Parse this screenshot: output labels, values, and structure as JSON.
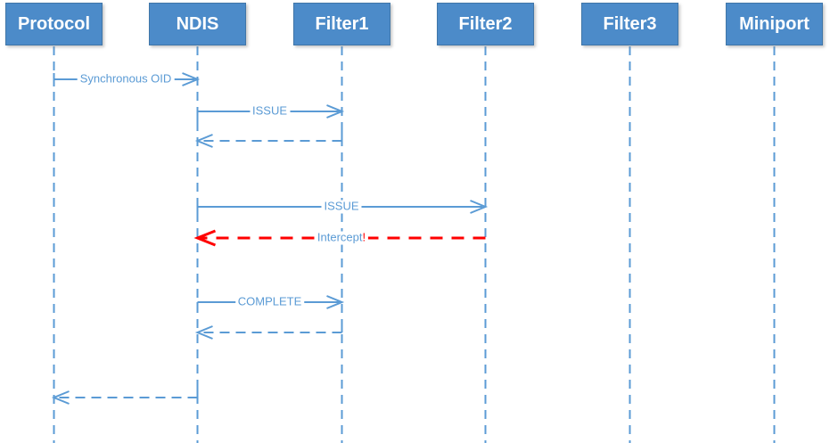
{
  "diagram": {
    "type": "sequence-diagram",
    "colors": {
      "blue": "#5B9BD5",
      "red": "#FF0000",
      "box_fill": "#4C8BC9",
      "box_border": "#4076A8",
      "box_text": "#FFFFFF"
    },
    "actors": [
      {
        "id": "protocol",
        "label": "Protocol"
      },
      {
        "id": "ndis",
        "label": "NDIS"
      },
      {
        "id": "filter1",
        "label": "Filter1"
      },
      {
        "id": "filter2",
        "label": "Filter2"
      },
      {
        "id": "filter3",
        "label": "Filter3"
      },
      {
        "id": "miniport",
        "label": "Miniport"
      }
    ],
    "messages": [
      {
        "from": "protocol",
        "to": "ndis",
        "label_parts": [
          {
            "text": "Synchronous OID",
            "color": "blue"
          }
        ],
        "style": "solid",
        "color": "blue",
        "tail": "both"
      },
      {
        "from": "ndis",
        "to": "filter1",
        "label_parts": [
          {
            "text": "ISSUE",
            "color": "blue"
          }
        ],
        "style": "solid",
        "color": "blue",
        "tail": "down"
      },
      {
        "from": "filter1",
        "to": "ndis",
        "label_parts": [],
        "style": "dashed",
        "color": "blue",
        "tail": "up"
      },
      {
        "from": "ndis",
        "to": "filter2",
        "label_parts": [
          {
            "text": "ISSUE",
            "color": "blue"
          }
        ],
        "style": "solid",
        "color": "blue",
        "tail": "down"
      },
      {
        "from": "filter2",
        "to": "ndis",
        "label_parts": [
          {
            "text": "Intercept",
            "color": "blue"
          },
          {
            "text": "!",
            "color": "red"
          }
        ],
        "style": "dashed",
        "color": "red",
        "tail": "none"
      },
      {
        "from": "ndis",
        "to": "filter1",
        "label_parts": [
          {
            "text": "COMPLETE",
            "color": "blue"
          }
        ],
        "style": "solid",
        "color": "blue",
        "tail": "down"
      },
      {
        "from": "filter1",
        "to": "ndis",
        "label_parts": [],
        "style": "dashed",
        "color": "blue",
        "tail": "up"
      },
      {
        "from": "ndis",
        "to": "protocol",
        "label_parts": [],
        "style": "dashed",
        "color": "blue",
        "tail": "up"
      }
    ]
  }
}
